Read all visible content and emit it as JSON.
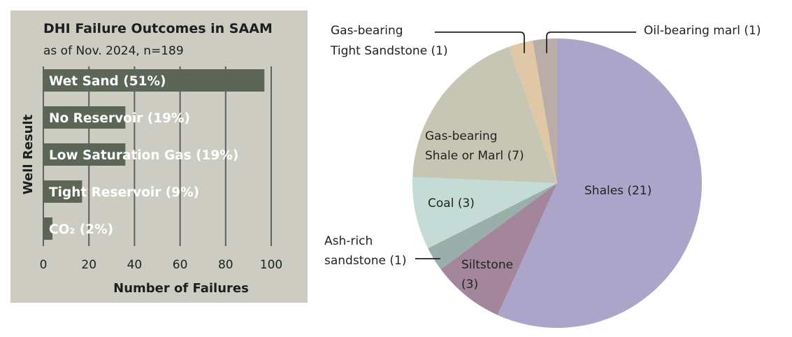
{
  "chart_data": [
    {
      "type": "bar",
      "orientation": "horizontal",
      "title": "DHI Failure Outcomes in SAAM",
      "subtitle": "as of Nov. 2024, n=189",
      "xlabel": "Number of Failures",
      "ylabel": "Well Result",
      "xlim": [
        0,
        100
      ],
      "x_ticks": [
        "0",
        "20",
        "40",
        "60",
        "80",
        "100"
      ],
      "grid": "vertical",
      "categories": [
        "Wet Sand (51%)",
        "No Reservoir (19%)",
        "Low Saturation Gas (19%)",
        "Tight Reservoir (9%)",
        "CO₂ (2%)"
      ],
      "values": [
        97,
        36,
        36,
        17,
        4
      ],
      "colors": {
        "panel": "#cdccc3",
        "bar": "#5b6657",
        "grid": "#5f5f5f",
        "label": "#ffffff"
      }
    },
    {
      "type": "pie",
      "slices": [
        {
          "label": "Shales (21)",
          "value": 21,
          "color": "#aba5ca"
        },
        {
          "label": "Siltstone (3)",
          "value": 3,
          "color": "#a3869c"
        },
        {
          "label": "Ash-rich sandstone (1)",
          "value": 1,
          "color": "#9aaeaa"
        },
        {
          "label": "Coal (3)",
          "value": 3,
          "color": "#c4dcd5"
        },
        {
          "label": "Gas-bearing Shale or Marl (7)",
          "value": 7,
          "color": "#c7c6b5"
        },
        {
          "label": "Gas-bearing Tight Sandstone (1)",
          "value": 1,
          "color": "#e0c7a6"
        },
        {
          "label": "Oil-bearing marl (1)",
          "value": 1,
          "color": "#b9aca9"
        }
      ],
      "label_lines": {
        "shales": [
          "Shales (21)"
        ],
        "siltstone": [
          "Siltstone",
          "(3)"
        ],
        "ash": [
          "Ash-rich",
          "sandstone (1)"
        ],
        "coal": [
          "Coal (3)"
        ],
        "gas_shale": [
          "Gas-bearing",
          "Shale or Marl (7)"
        ],
        "gas_tight": [
          "Gas-bearing",
          "Tight Sandstone (1)"
        ],
        "oil_marl": [
          "Oil-bearing marl (1)"
        ]
      }
    }
  ]
}
